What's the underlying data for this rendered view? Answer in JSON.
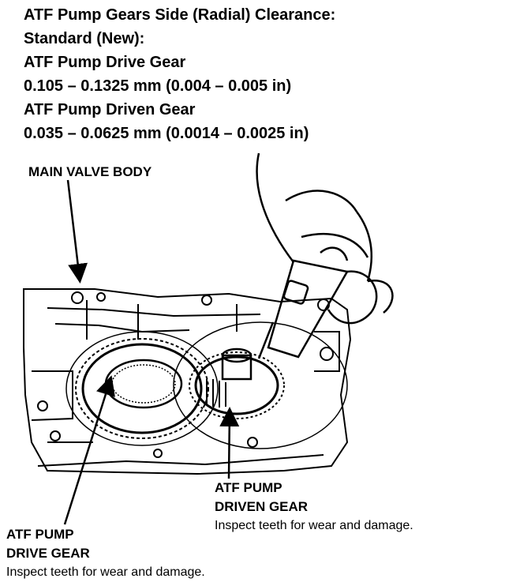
{
  "spec": {
    "line1": "ATF Pump Gears Side (Radial) Clearance:",
    "line2": "Standard (New):",
    "line3": "ATF Pump Drive Gear",
    "line4": "0.105 – 0.1325 mm (0.004 – 0.005 in)",
    "line5": "ATF Pump Driven Gear",
    "line6": "0.035 – 0.0625 mm (0.0014 – 0.0025 in)"
  },
  "labels": {
    "main_valve_body": "MAIN VALVE BODY",
    "driven_gear_line1": "ATF PUMP",
    "driven_gear_line2": "DRIVEN GEAR",
    "driven_gear_note": "Inspect teeth for wear and damage.",
    "drive_gear_line1": "ATF PUMP",
    "drive_gear_line2": "DRIVE GEAR",
    "drive_gear_note": "Inspect teeth for wear and damage."
  }
}
